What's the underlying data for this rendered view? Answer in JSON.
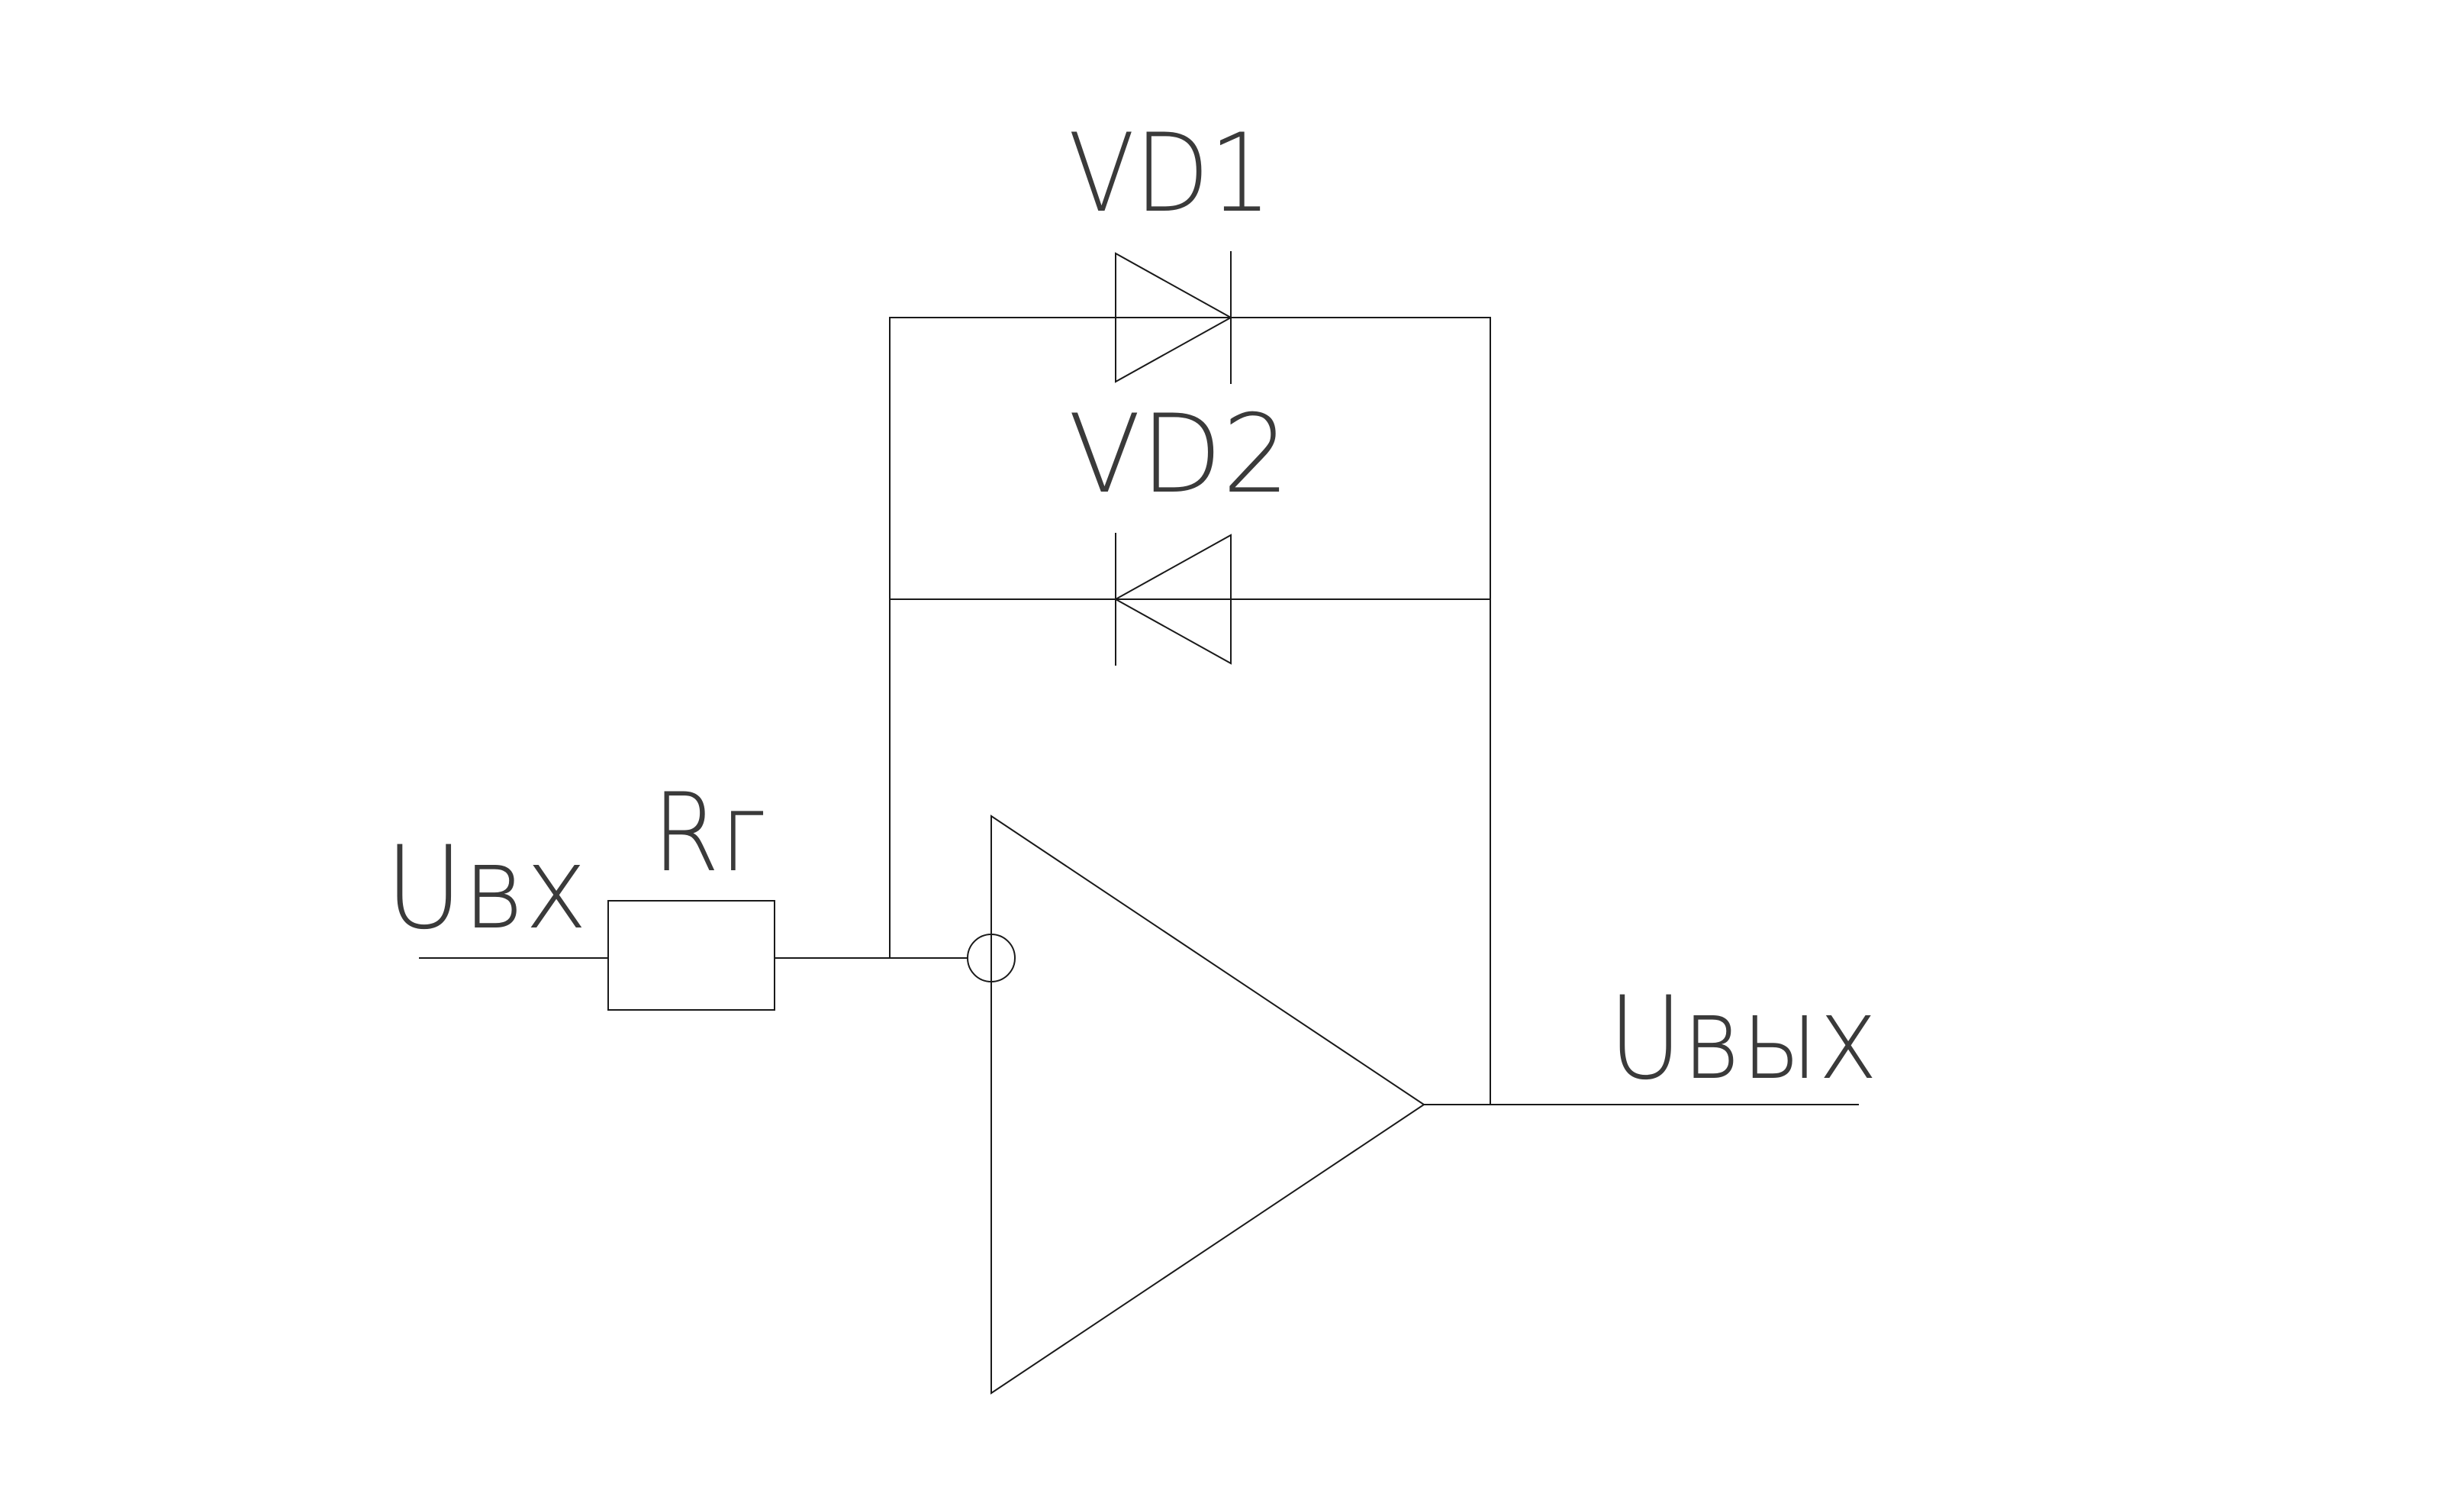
{
  "diagram": {
    "labels": {
      "vd1": "VD1",
      "vd2": "VD2",
      "rg": "Rг",
      "u_in": "Uвх",
      "u_out": "Uвых"
    },
    "components": [
      {
        "id": "VD1",
        "kind": "diode",
        "orientation": "forward"
      },
      {
        "id": "VD2",
        "kind": "diode",
        "orientation": "reverse"
      },
      {
        "id": "Rг",
        "kind": "resistor"
      },
      {
        "kind": "op-amp",
        "input": "inverting"
      }
    ],
    "line_color": "#1a1a1a",
    "text_color": "#3a3a3a"
  }
}
